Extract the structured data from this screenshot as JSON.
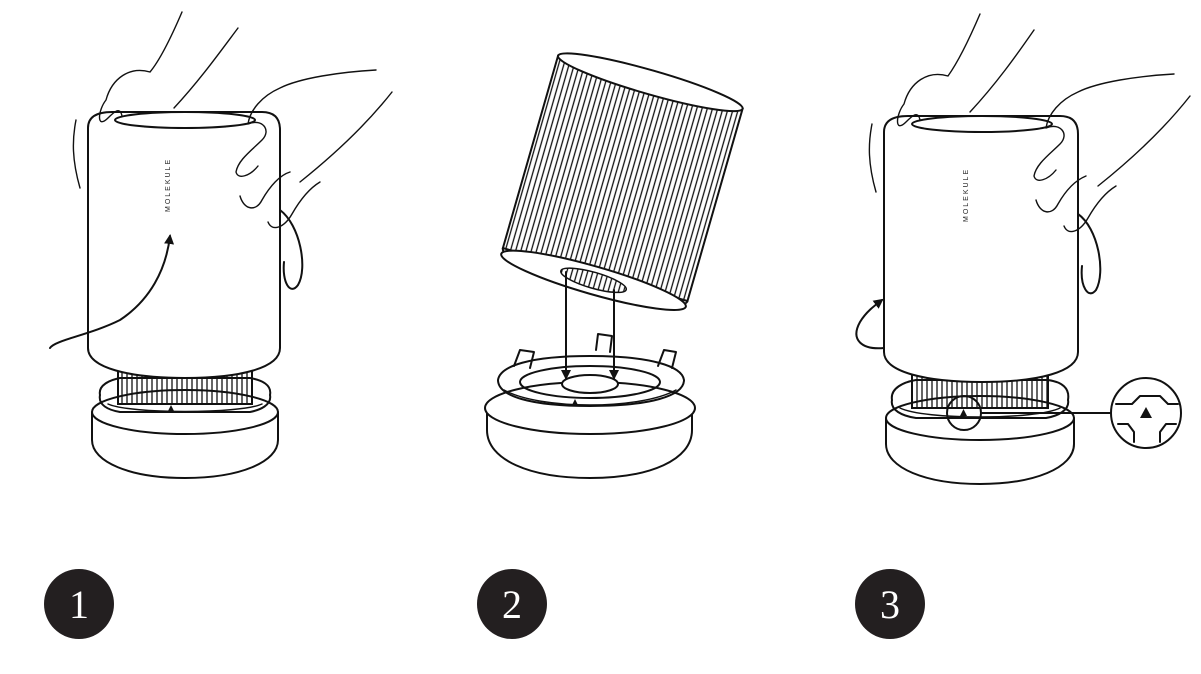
{
  "brand": "MOLEKULE",
  "steps": [
    {
      "number": "1"
    },
    {
      "number": "2"
    },
    {
      "number": "3"
    }
  ],
  "colors": {
    "ink": "#111111",
    "badge": "#231f20",
    "background": "#ffffff"
  }
}
